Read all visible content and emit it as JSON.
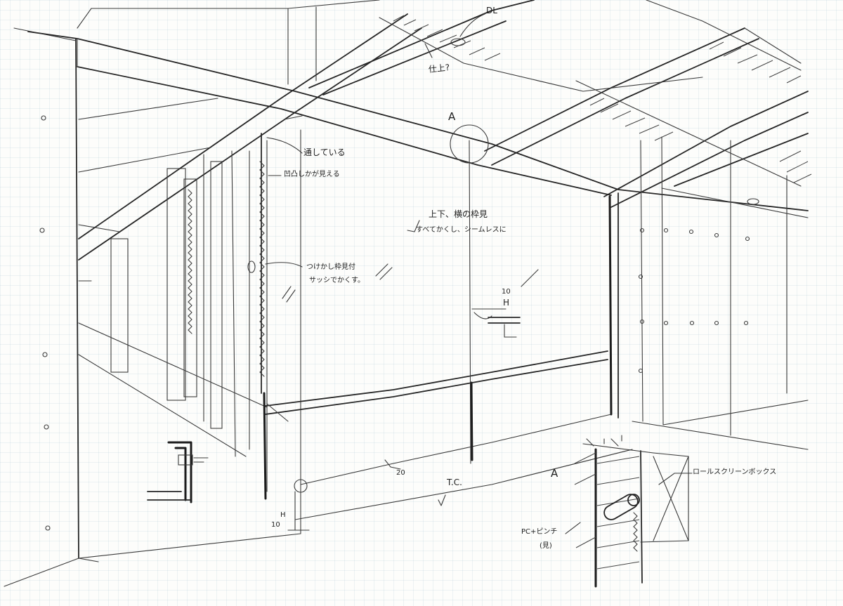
{
  "annotations": {
    "downlight": "DL",
    "finish_question": "仕上?",
    "detail_marker_top": "A",
    "passes_through": "通している",
    "uneven_visible": "凹凸しかが見える",
    "frame_note_line1": "上下、横の枠見",
    "frame_note_line2": "すべてかくし、シームレスに",
    "sash_note_line1": "つけかし枠見付",
    "sash_note_line2": "サッシでかくす。",
    "dimension_top": "10",
    "dimension_h": "H",
    "dimension_bottom": "10",
    "dimension_h_bottom": "H",
    "floor_dim": "20",
    "tc": "T.C.",
    "detail_marker_bottom": "A",
    "roll_screen_box": "ロールスクリーンボックス",
    "pc_pinch_line1": "PC+ピンチ",
    "pc_pinch_line2": "(見)"
  }
}
